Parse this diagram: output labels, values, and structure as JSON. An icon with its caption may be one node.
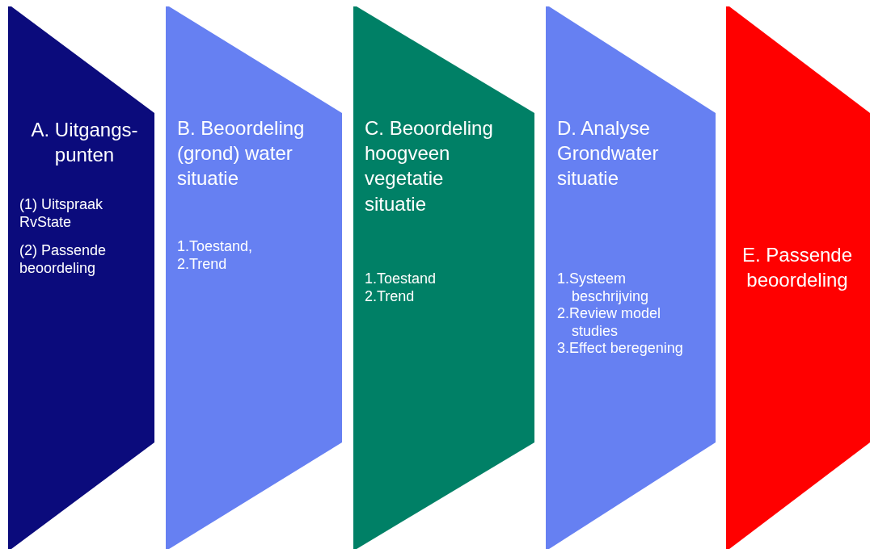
{
  "diagram": {
    "nodes": [
      {
        "text": [
          "A. Uitgangs- punten",
          "(1) Uitspraak RvState",
          "(2) Passende beoordeling"
        ]
      },
      {
        "text": [
          "B. Beoordeling (grond) water situatie",
          "1.Toestand,",
          "2.Trend"
        ]
      },
      {
        "text": [
          "C. Beoordeling hoogveen vegetatie situatie",
          "1.Toestand",
          "2.Trend"
        ]
      },
      {
        "text": [
          "D. Analyse Grondwater situatie",
          "1.Systeem beschrijving",
          "2.Review model studies",
          "3.Effect beregening"
        ]
      },
      {
        "text": [
          "E. Passende beoordeling"
        ]
      }
    ]
  }
}
